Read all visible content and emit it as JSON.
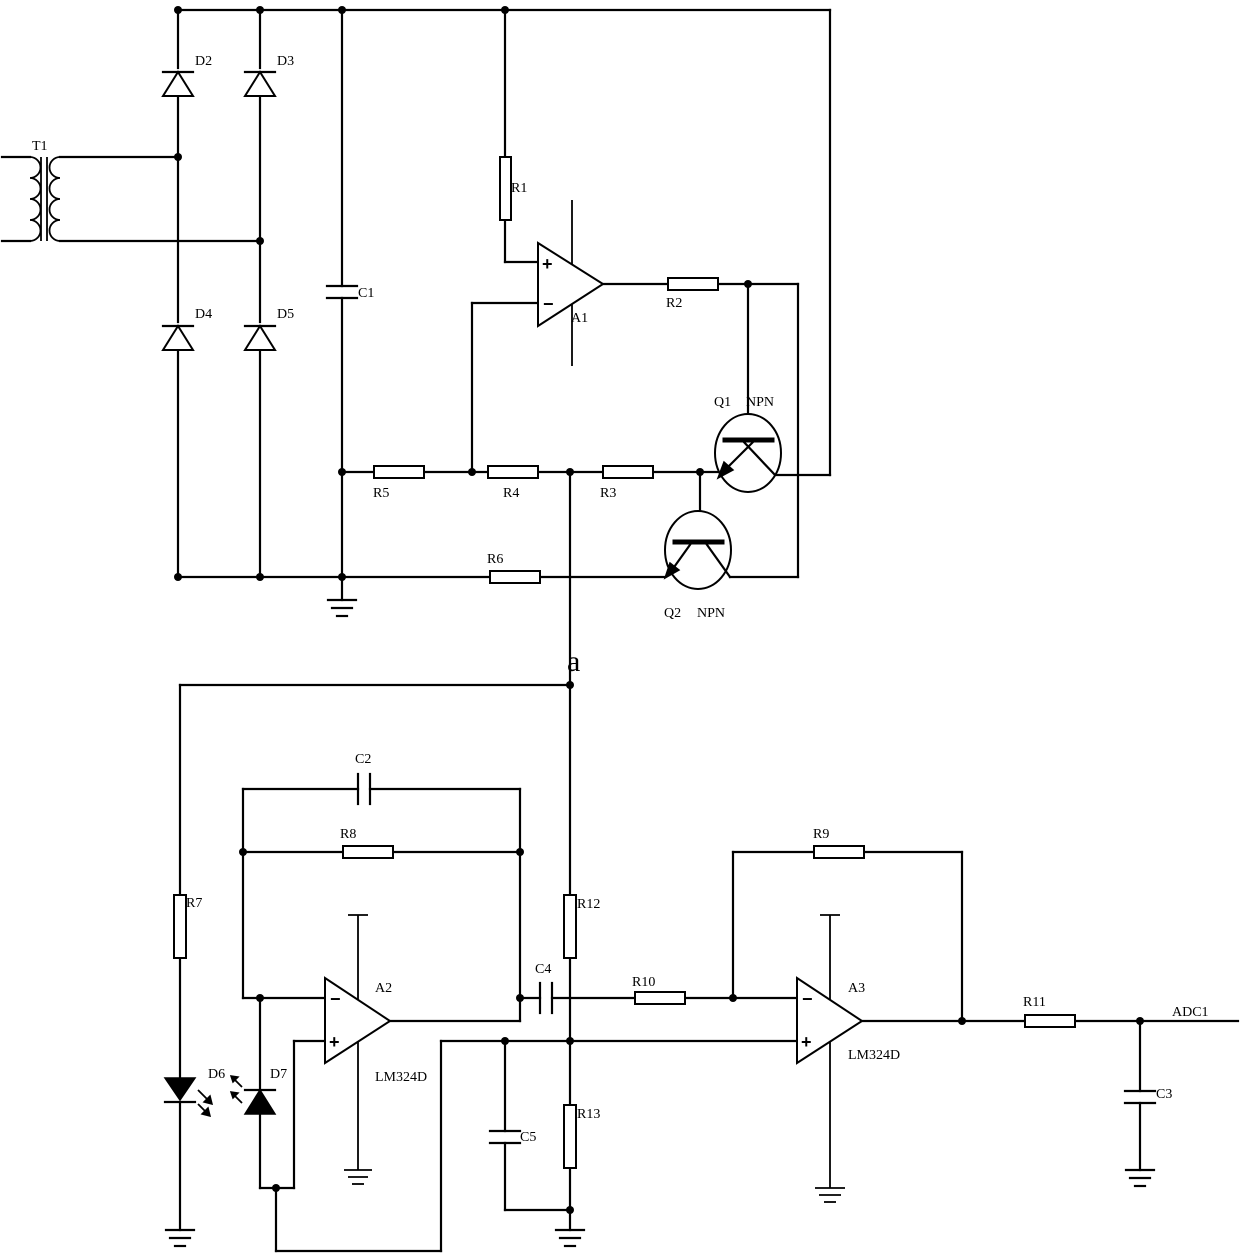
{
  "components": {
    "T1": "T1",
    "D2": "D2",
    "D3": "D3",
    "D4": "D4",
    "D5": "D5",
    "D6": "D6",
    "D7": "D7",
    "C1": "C1",
    "C2": "C2",
    "C3": "C3",
    "C4": "C4",
    "C5": "C5",
    "R1": "R1",
    "R2": "R2",
    "R3": "R3",
    "R4": "R4",
    "R5": "R5",
    "R6": "R6",
    "R7": "R7",
    "R8": "R8",
    "R9": "R9",
    "R10": "R10",
    "R11": "R11",
    "R12": "R12",
    "R13": "R13",
    "A1": "A1",
    "A2": "A2",
    "A3": "A3",
    "Q1": "Q1",
    "Q2": "Q2",
    "npn": "NPN",
    "lm324": "LM324D"
  },
  "nodes": {
    "a": "a",
    "adc1": "ADC1"
  },
  "signs": {
    "plus": "+",
    "minus": "−"
  }
}
